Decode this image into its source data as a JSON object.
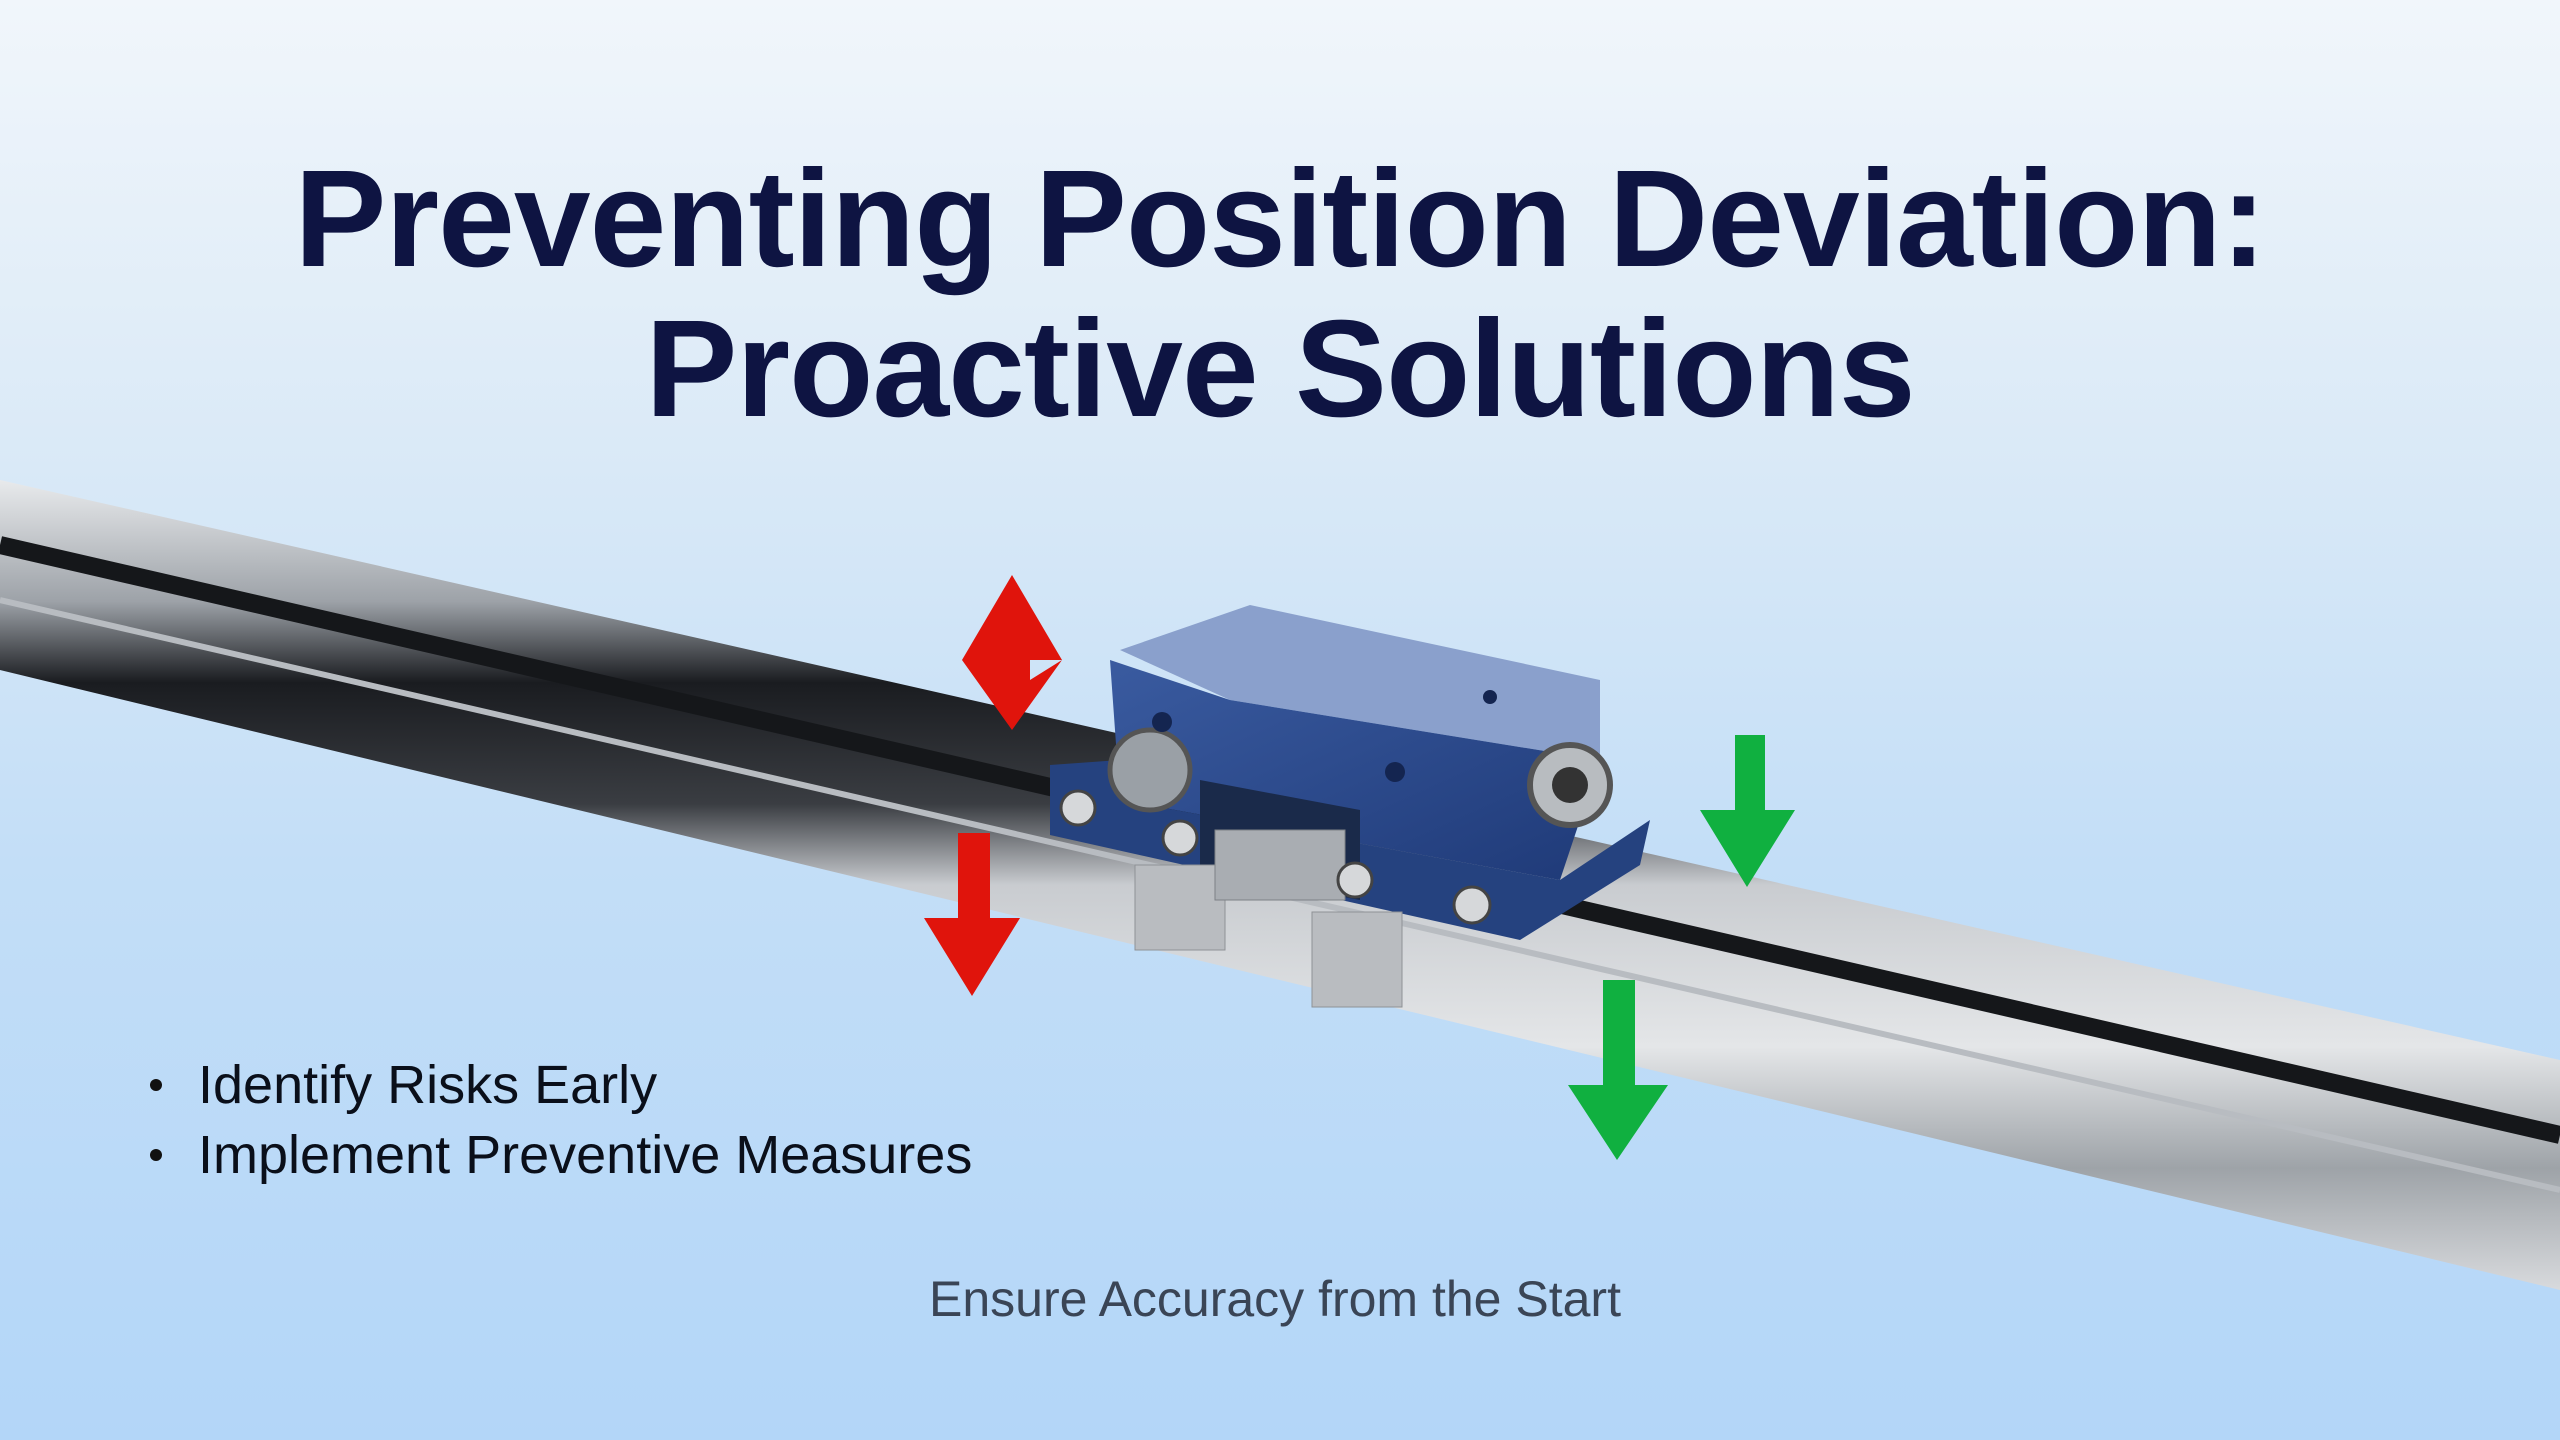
{
  "title": {
    "line1": "Preventing Position Deviation:",
    "line2": "Proactive Solutions"
  },
  "bullets": [
    "Identify Risks Early",
    "Implement Preventive Measures"
  ],
  "tagline": "Ensure Accuracy from the Start",
  "colors": {
    "title": "#0e1442",
    "block": "#2d4a8a",
    "red_arrow": "#e0140c",
    "green_arrow": "#10b040"
  }
}
